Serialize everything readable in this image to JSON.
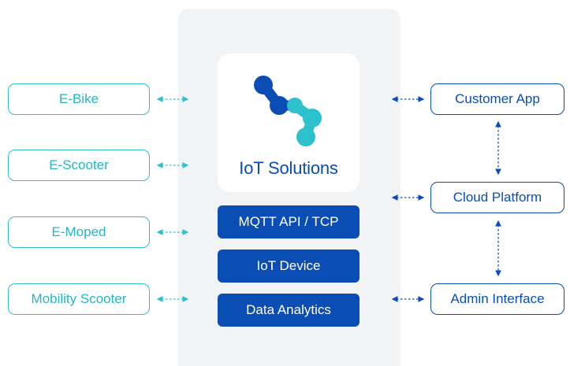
{
  "diagram": {
    "center": {
      "logo_icon": "iot-molecule-icon",
      "title": "IoT Solutions",
      "stack": [
        {
          "label": "MQTT API / TCP"
        },
        {
          "label": "IoT Device"
        },
        {
          "label": "Data Analytics"
        }
      ]
    },
    "vehicles": [
      {
        "label": "E-Bike"
      },
      {
        "label": "E-Scooter"
      },
      {
        "label": "E-Moped"
      },
      {
        "label": "Mobility Scooter"
      }
    ],
    "services": [
      {
        "label": "Customer App"
      },
      {
        "label": "Cloud Platform"
      },
      {
        "label": "Admin Interface"
      }
    ]
  },
  "colors": {
    "primary_blue": "#0a4db4",
    "teal": "#2cc1cc",
    "panel_gray": "#f1f3f5"
  }
}
